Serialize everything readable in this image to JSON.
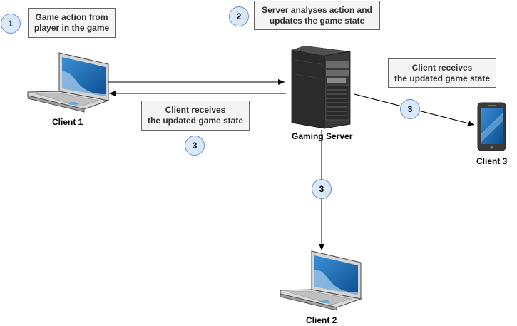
{
  "steps": {
    "step1": {
      "number": "1",
      "lines": [
        "Game action from",
        "player in the game"
      ]
    },
    "step2": {
      "number": "2",
      "lines": [
        "Server analyses action and",
        "updates the game state"
      ]
    },
    "step3_left": {
      "number": "3",
      "lines": [
        "Client receives",
        "the updated game state"
      ]
    },
    "step3_right": {
      "number": "3",
      "lines": [
        "Client receives",
        "the updated game state"
      ]
    },
    "step3_bottom": {
      "number": "3"
    }
  },
  "nodes": {
    "client1": {
      "label": "Client 1"
    },
    "server": {
      "label": "Gaming Server"
    },
    "client2": {
      "label": "Client 2"
    },
    "client3": {
      "label": "Client 3"
    }
  },
  "colors": {
    "badge_fill": "#dae8fc",
    "badge_stroke": "#6c8ebf",
    "note_fill": "#f5f5f5",
    "note_stroke": "#666666",
    "screen_blue": "#1d6fb5"
  }
}
